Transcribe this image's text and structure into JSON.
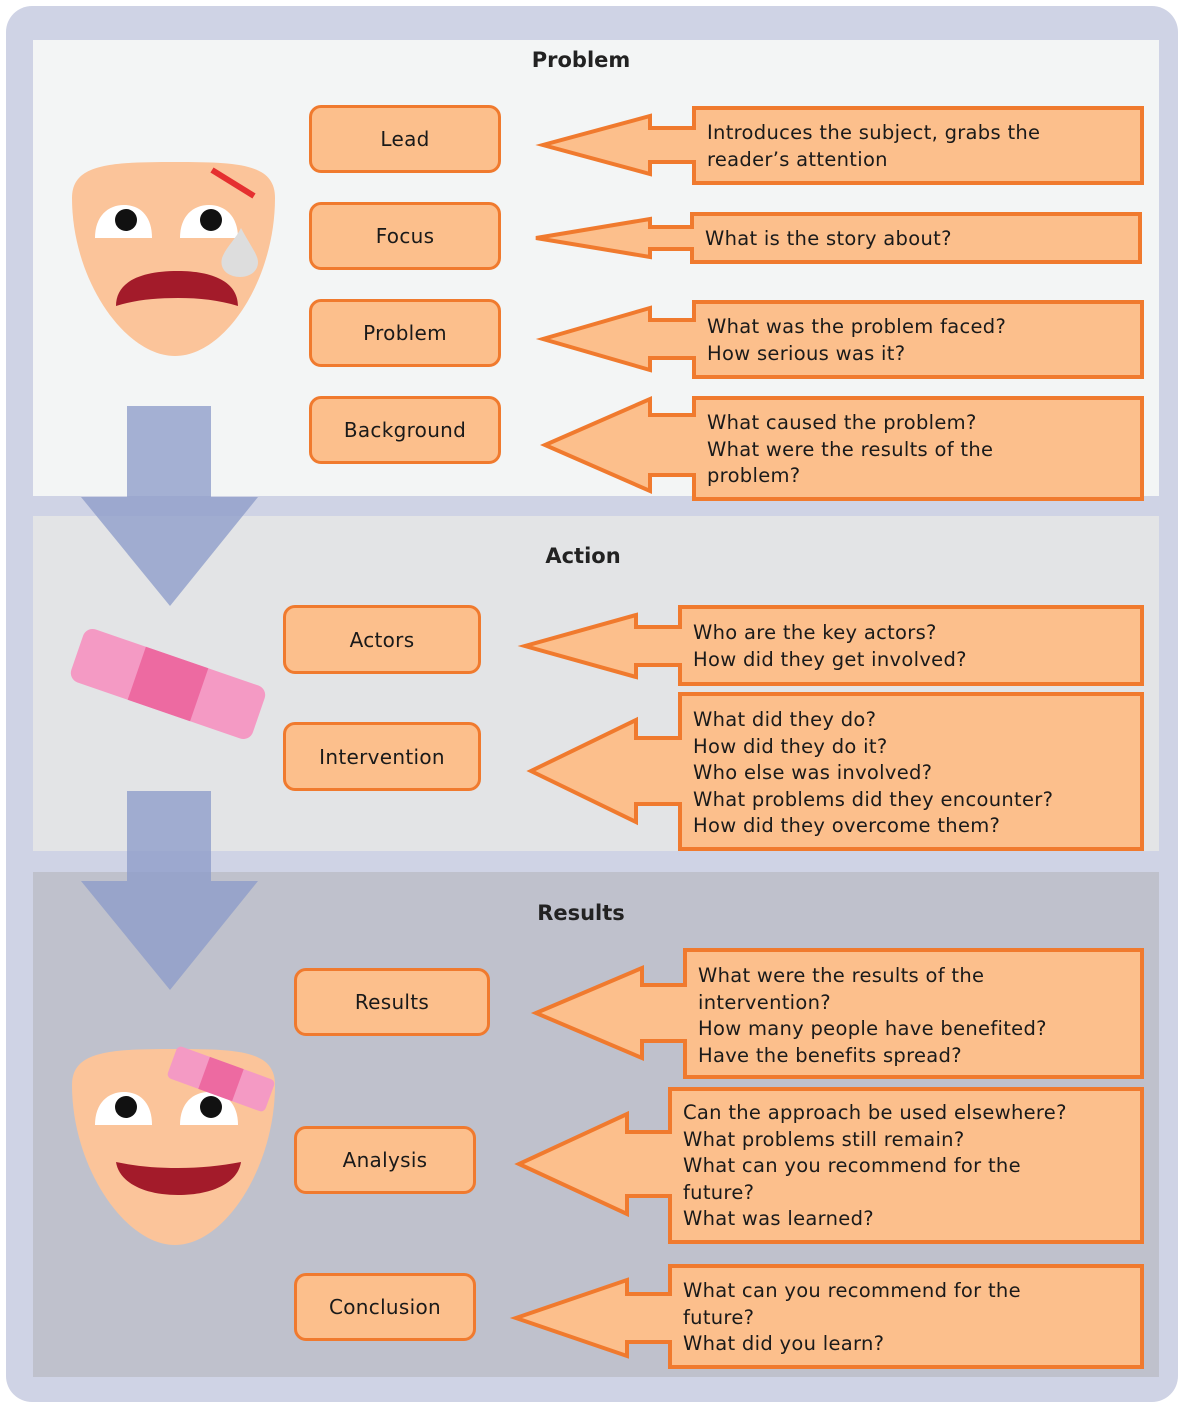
{
  "sections": [
    {
      "title": "Problem"
    },
    {
      "title": "Action"
    },
    {
      "title": "Results"
    }
  ],
  "stages": [
    {
      "label": "Lead",
      "text": "Introduces the subject, grabs the\nreader’s attention"
    },
    {
      "label": "Focus",
      "text": "What is the story about?"
    },
    {
      "label": "Problem",
      "text": "What was the problem faced?\nHow serious was it?"
    },
    {
      "label": "Background",
      "text": "What caused the problem?\nWhat were the results of the\nproblem?"
    },
    {
      "label": "Actors",
      "text": "Who are the key actors?\nHow did they get involved?"
    },
    {
      "label": "Intervention",
      "text": "What did they do?\nHow did they do it?\nWho else was involved?\nWhat problems did they encounter?\nHow did they overcome them?"
    },
    {
      "label": "Results",
      "text": "What were the results of the\nintervention?\nHow many people have benefited?\nHave the benefits spread?"
    },
    {
      "label": "Analysis",
      "text": "Can the approach be used elsewhere?\nWhat problems still remain?\nWhat can you recommend for the\nfuture?\nWhat was learned?"
    },
    {
      "label": "Conclusion",
      "text": "What can you recommend for the\nfuture?\nWhat did you learn?"
    }
  ],
  "colors": {
    "frame": "#cfd3e5",
    "box_fill": "#fcbf8c",
    "box_border": "#f07a2e",
    "flow_arrow": "#8d9cc9",
    "face": "#fbc49a",
    "mouth": "#a31b2a",
    "plaster": "#f49ac4"
  },
  "icons": [
    "sad-face-icon",
    "plaster-icon",
    "happy-face-icon",
    "down-arrow-icon"
  ]
}
